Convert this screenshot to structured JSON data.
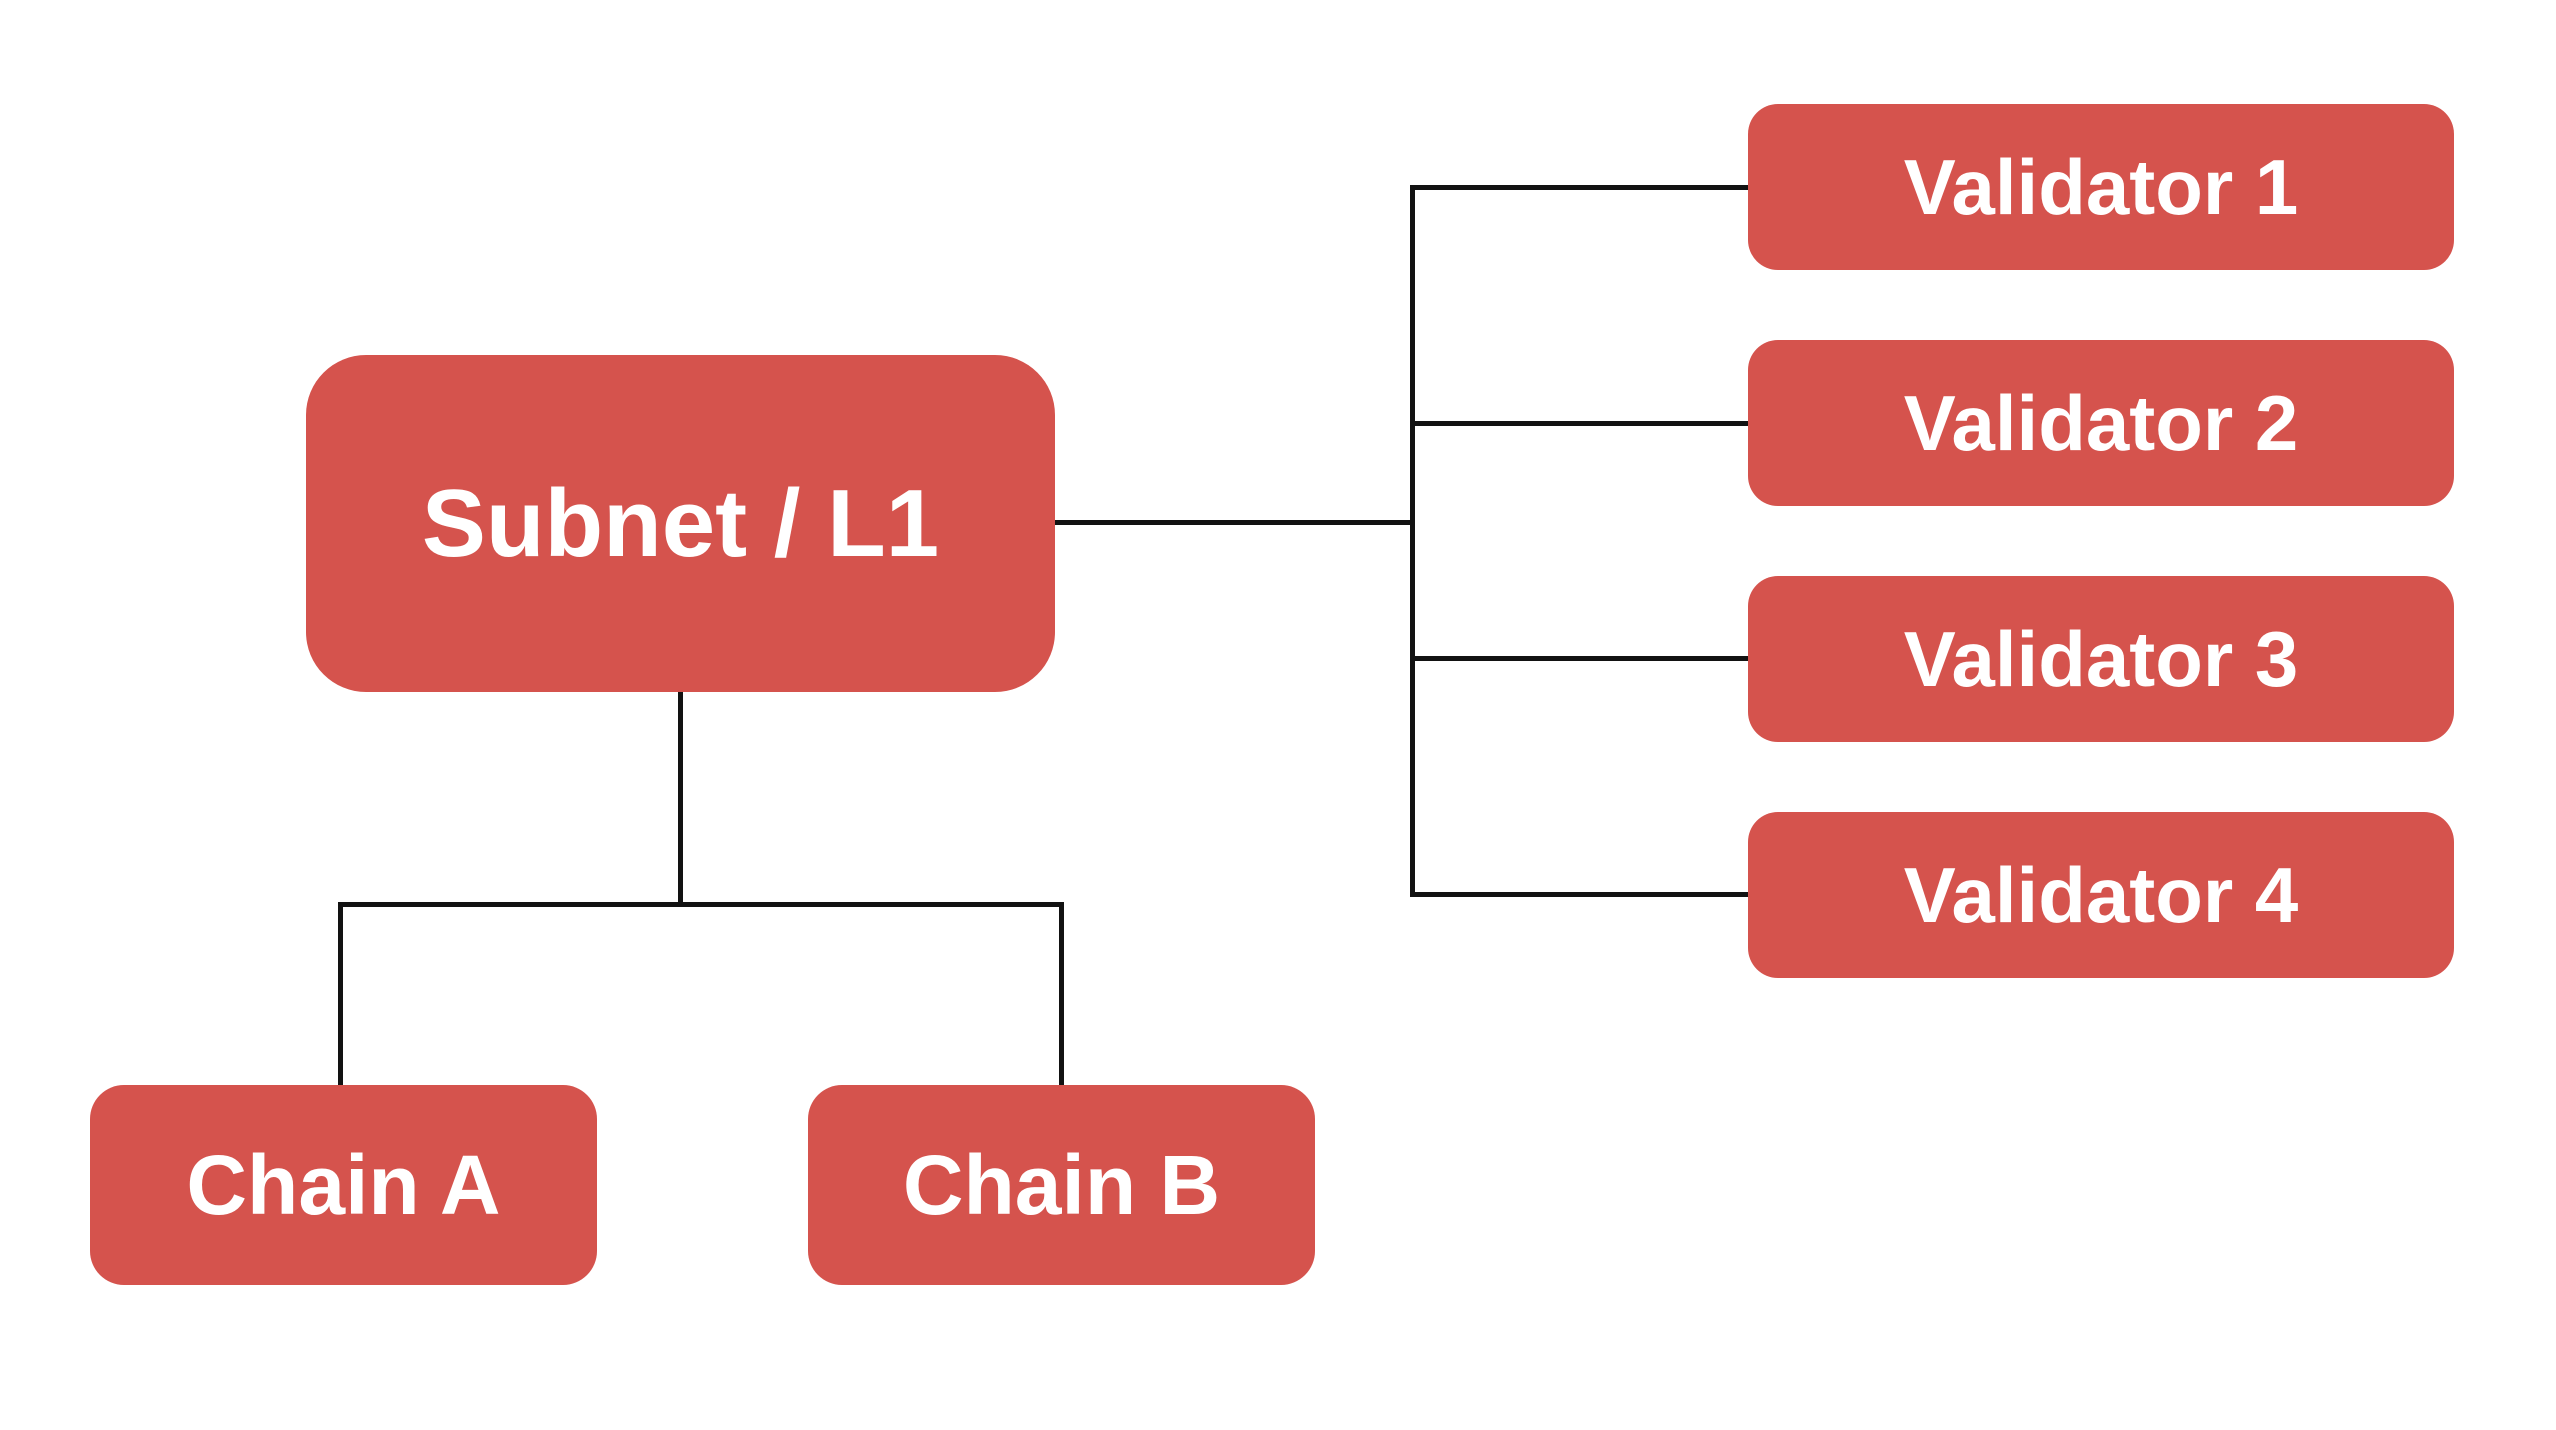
{
  "diagram": {
    "colors": {
      "canvas_background": "#ffffff",
      "node_fill": "#D5534D",
      "node_text": "#ffffff",
      "connector_line": "#121212"
    },
    "nodes": {
      "subnet": {
        "label": "Subnet / L1"
      },
      "validators": [
        {
          "label": "Validator 1"
        },
        {
          "label": "Validator 2"
        },
        {
          "label": "Validator 3"
        },
        {
          "label": "Validator 4"
        }
      ],
      "chains": [
        {
          "label": "Chain A"
        },
        {
          "label": "Chain B"
        }
      ]
    }
  }
}
